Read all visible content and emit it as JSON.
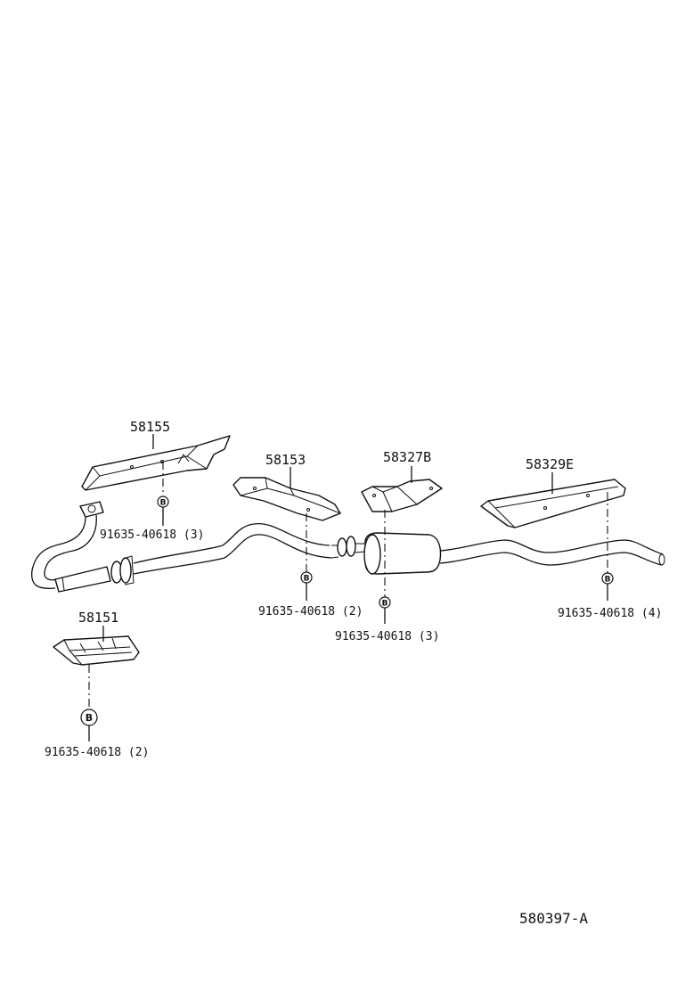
{
  "diagram": {
    "reference_code": "580397-A",
    "bolt_marker": "B",
    "parts": [
      {
        "id": "p58155",
        "number": "58155"
      },
      {
        "id": "p58153",
        "number": "58153"
      },
      {
        "id": "p58327b",
        "number": "58327B"
      },
      {
        "id": "p58329e",
        "number": "58329E"
      },
      {
        "id": "p58151",
        "number": "58151"
      }
    ],
    "fasteners": [
      {
        "id": "f1",
        "callout": "91635-40618 (3)"
      },
      {
        "id": "f2",
        "callout": "91635-40618 (2)"
      },
      {
        "id": "f3",
        "callout": "91635-40618 (3)"
      },
      {
        "id": "f4",
        "callout": "91635-40618 (4)"
      },
      {
        "id": "f5",
        "callout": "91635-40618 (2)"
      }
    ]
  }
}
